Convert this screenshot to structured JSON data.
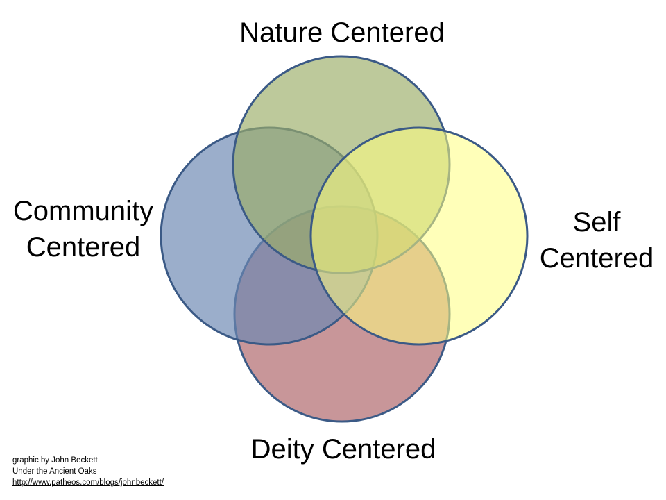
{
  "diagram": {
    "type": "venn",
    "sets": [
      {
        "key": "nature",
        "label": "Nature Centered",
        "fill": "#9bad67"
      },
      {
        "key": "community",
        "label_lines": [
          "Community",
          "Centered"
        ],
        "fill": "#6b88b3"
      },
      {
        "key": "self",
        "label_lines": [
          "Self",
          "Centered"
        ],
        "fill": "#ffff80"
      },
      {
        "key": "deity",
        "label": "Deity Centered",
        "fill": "#b06a6e"
      }
    ],
    "outline_color": "#3b5a86"
  },
  "credit": {
    "line1": "graphic by John Beckett",
    "line2": "Under the Ancient Oaks",
    "link": "http://www.patheos.com/blogs/johnbeckett/"
  }
}
